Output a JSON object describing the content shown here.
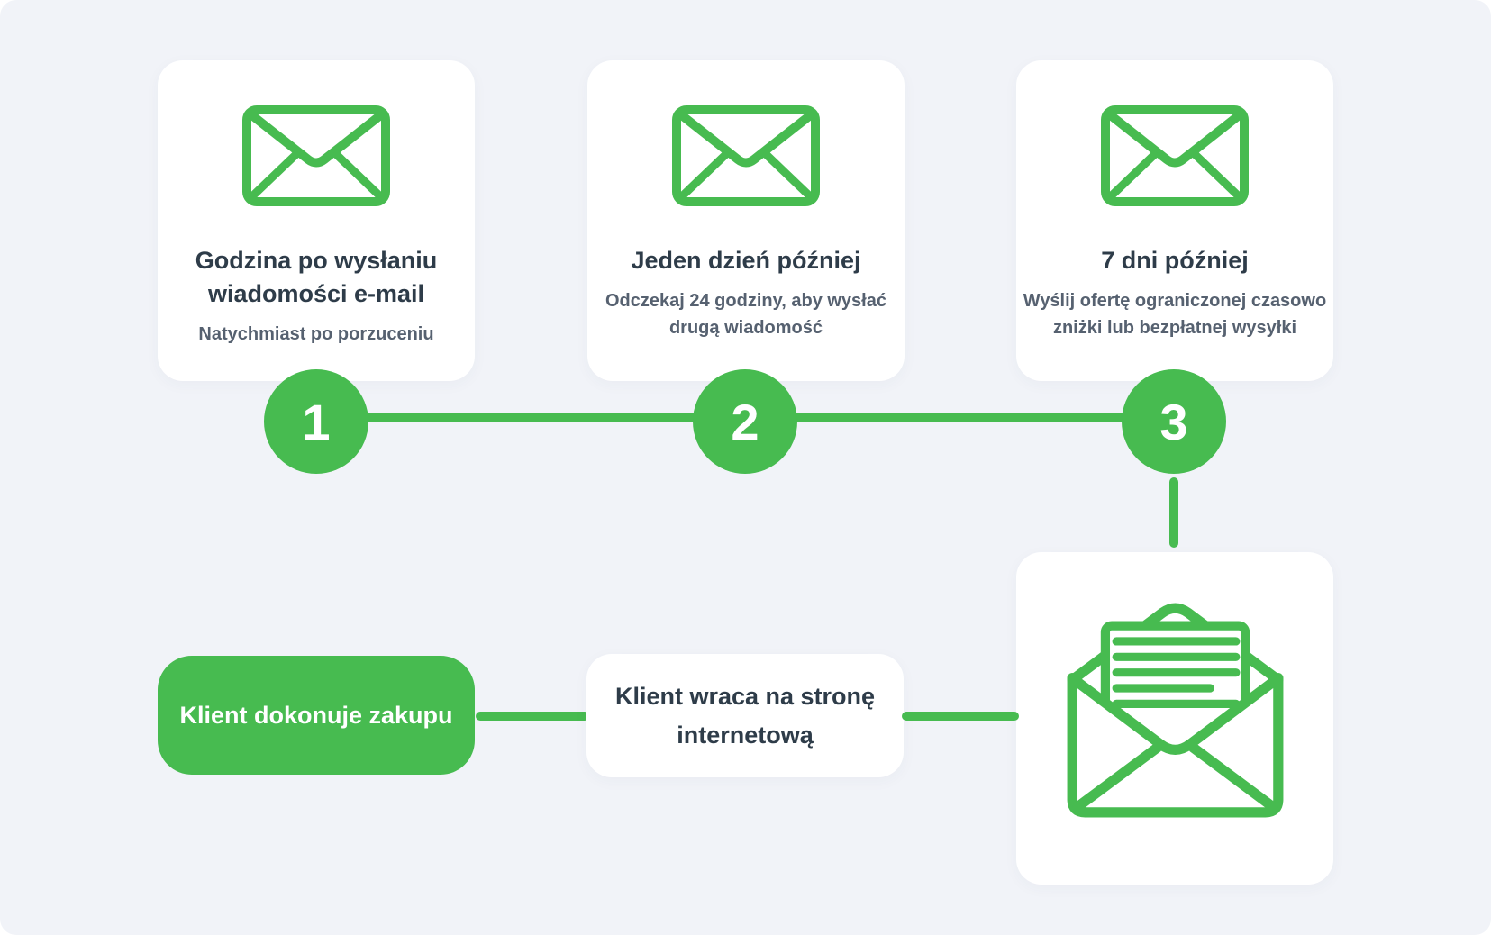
{
  "colors": {
    "accent_green": "#47BB50",
    "panel_background": "#F1F3F8",
    "card_background": "#FFFFFF",
    "title_text": "#2E3C49",
    "subtitle_text": "#566170",
    "step_number_text": "#FFFFFF",
    "pill_text": "#FFFFFF"
  },
  "steps": [
    {
      "number": "1",
      "title": "Godzina po wysłaniu\nwiadomości e-mail",
      "subtitle": "Natychmiast po porzuceniu",
      "icon": "envelope-icon"
    },
    {
      "number": "2",
      "title": "Jeden dzień później",
      "subtitle": "Odczekaj 24 godziny, aby wysłać\ndrugą wiadomość",
      "icon": "envelope-icon"
    },
    {
      "number": "3",
      "title": "7 dni później",
      "subtitle": "Wyślij ofertę ograniczonej czasowo\nzniżki lub bezpłatnej wysyłki",
      "icon": "envelope-icon"
    }
  ],
  "flow": {
    "purchase_label": "Klient dokonuje zakupu",
    "return_label": "Klient wraca na stronę\ninternetową",
    "email_opened_icon": "open-envelope-icon"
  }
}
